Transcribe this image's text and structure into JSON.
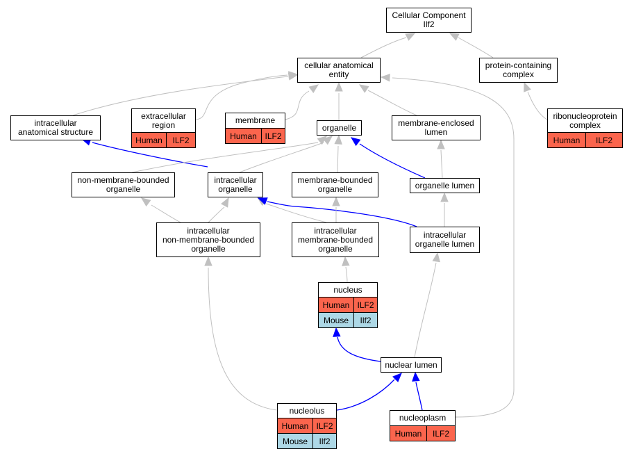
{
  "colors": {
    "edge_gray": "#c0c0c0",
    "edge_blue": "#0000ff",
    "human": "#fb654d",
    "mouse": "#add8e6"
  },
  "nodes": {
    "root": "Cellular Component\nIlf2",
    "cae": "cellular anatomical\nentity",
    "pcc": "protein-containing\ncomplex",
    "ias": "intracellular\nanatomical structure",
    "org": "organelle",
    "mel": "membrane-enclosed\nlumen",
    "nmbo": "non-membrane-bounded\norganelle",
    "io": "intracellular\norganelle",
    "mbo": "membrane-bounded\norganelle",
    "ol": "organelle lumen",
    "inmbo": "intracellular\nnon-membrane-bounded\norganelle",
    "imbo": "intracellular\nmembrane-bounded\norganelle",
    "iol": "intracellular\norganelle lumen",
    "nl": "nuclear lumen"
  },
  "cards": {
    "er": {
      "title": "extracellular\nregion",
      "rows": [
        {
          "species": "Human",
          "gene": "ILF2"
        }
      ]
    },
    "mem": {
      "title": "membrane",
      "rows": [
        {
          "species": "Human",
          "gene": "ILF2"
        }
      ]
    },
    "rnp": {
      "title": "ribonucleoprotein\ncomplex",
      "rows": [
        {
          "species": "Human",
          "gene": "ILF2"
        }
      ]
    },
    "nuc": {
      "title": "nucleus",
      "rows": [
        {
          "species": "Human",
          "gene": "ILF2"
        },
        {
          "species": "Mouse",
          "gene": "Ilf2"
        }
      ]
    },
    "nol": {
      "title": "nucleolus",
      "rows": [
        {
          "species": "Human",
          "gene": "ILF2"
        },
        {
          "species": "Mouse",
          "gene": "Ilf2"
        }
      ]
    },
    "npl": {
      "title": "nucleoplasm",
      "rows": [
        {
          "species": "Human",
          "gene": "ILF2"
        }
      ]
    }
  },
  "edges": [
    {
      "from": "cae",
      "to": "root",
      "color": "gray"
    },
    {
      "from": "pcc",
      "to": "root",
      "color": "gray"
    },
    {
      "from": "ias",
      "to": "cae",
      "color": "gray"
    },
    {
      "from": "er",
      "to": "cae",
      "color": "gray"
    },
    {
      "from": "mem",
      "to": "cae",
      "color": "gray"
    },
    {
      "from": "org",
      "to": "cae",
      "color": "gray"
    },
    {
      "from": "mel",
      "to": "cae",
      "color": "gray"
    },
    {
      "from": "npl",
      "to": "cae",
      "color": "gray"
    },
    {
      "from": "rnp",
      "to": "pcc",
      "color": "gray"
    },
    {
      "from": "io",
      "to": "ias",
      "color": "blue"
    },
    {
      "from": "nmbo",
      "to": "org",
      "color": "gray"
    },
    {
      "from": "io",
      "to": "org",
      "color": "gray"
    },
    {
      "from": "mbo",
      "to": "org",
      "color": "gray"
    },
    {
      "from": "ol",
      "to": "org",
      "color": "blue"
    },
    {
      "from": "ol",
      "to": "mel",
      "color": "gray"
    },
    {
      "from": "inmbo",
      "to": "nmbo",
      "color": "gray"
    },
    {
      "from": "inmbo",
      "to": "io",
      "color": "gray"
    },
    {
      "from": "imbo",
      "to": "io",
      "color": "gray"
    },
    {
      "from": "iol",
      "to": "io",
      "color": "blue"
    },
    {
      "from": "imbo",
      "to": "mbo",
      "color": "gray"
    },
    {
      "from": "iol",
      "to": "ol",
      "color": "gray"
    },
    {
      "from": "nuc",
      "to": "imbo",
      "color": "gray"
    },
    {
      "from": "nl",
      "to": "nuc",
      "color": "blue"
    },
    {
      "from": "nl",
      "to": "iol",
      "color": "gray"
    },
    {
      "from": "nol",
      "to": "inmbo",
      "color": "gray"
    },
    {
      "from": "nol",
      "to": "nl",
      "color": "blue"
    },
    {
      "from": "npl",
      "to": "nl",
      "color": "blue"
    }
  ]
}
